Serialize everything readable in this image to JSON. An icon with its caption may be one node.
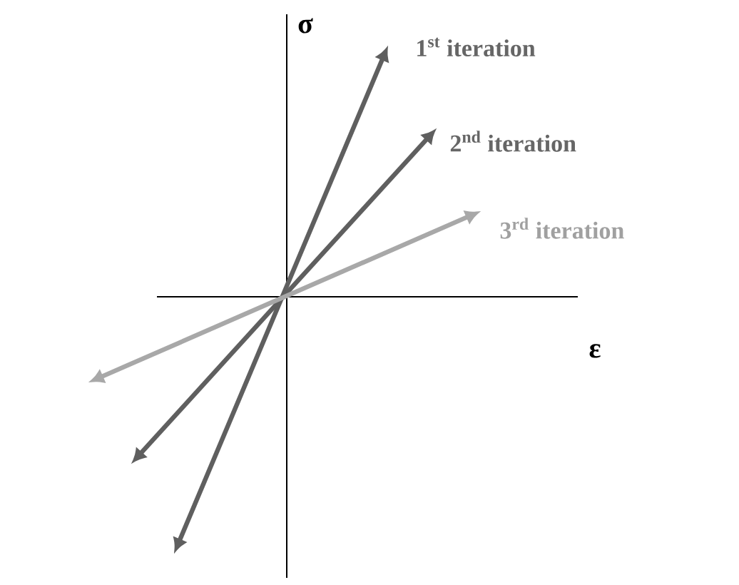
{
  "diagram": {
    "labels": [
      "σ",
      "1$^{st}$ iteration",
      "2$^{nd}$ iteration",
      "3$^{rd}$ iteration",
      "ε"
    ]
  }
}
